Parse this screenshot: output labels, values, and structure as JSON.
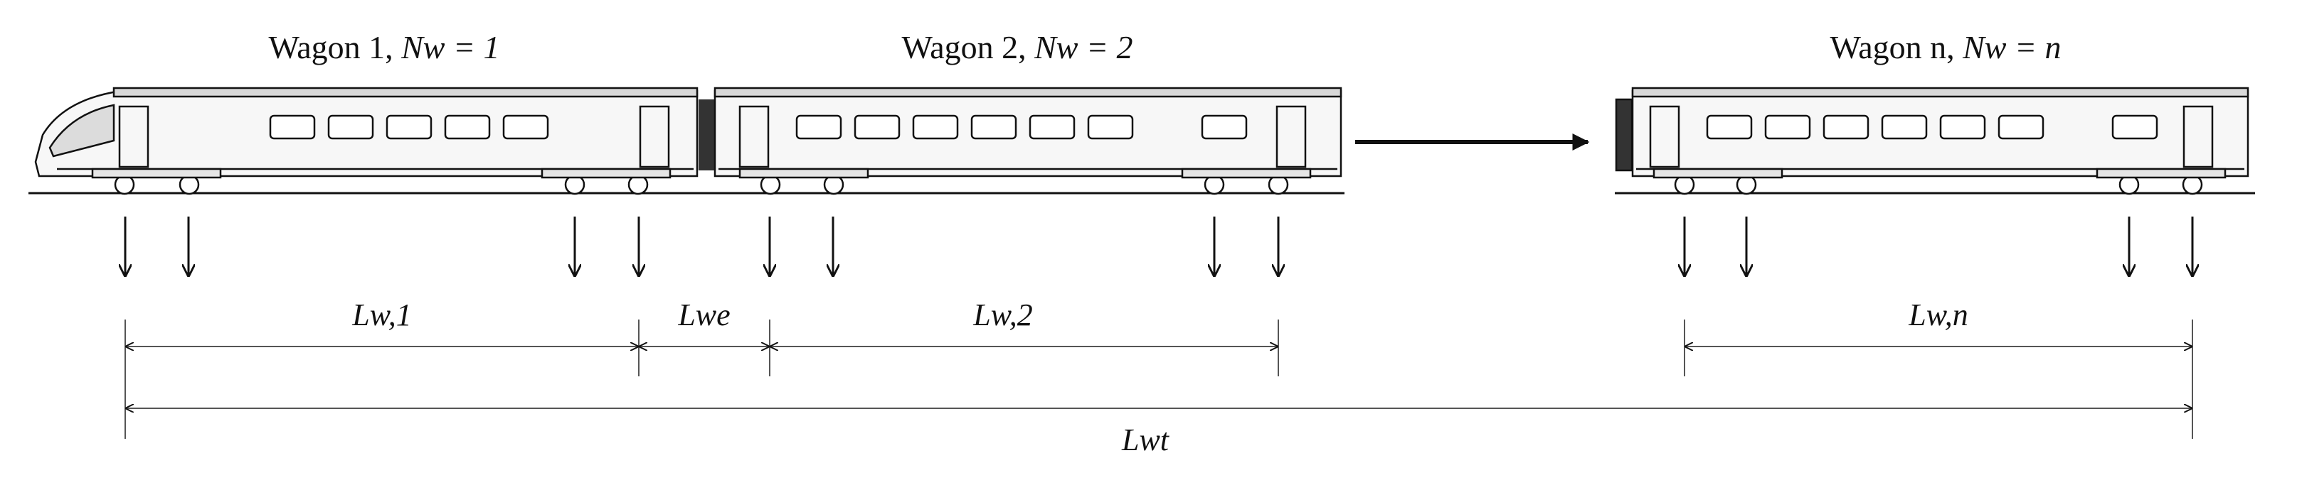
{
  "diagram": {
    "wagons": [
      {
        "name": "Wagon 1, ",
        "nw_symbol": "Nw = 1"
      },
      {
        "name": "Wagon 2, ",
        "nw_symbol": "Nw = 2"
      },
      {
        "name": "Wagon n, ",
        "nw_symbol": "Nw = n"
      }
    ],
    "dimensions": {
      "lw1": "Lw,1",
      "lwe": "Lwe",
      "lw2": "Lw,2",
      "lwn": "Lw,n",
      "lwt": "Lwt"
    },
    "colors": {
      "line": "#111111",
      "body_fill": "#f7f7f7",
      "window_fill": "#ffffff",
      "roof_fill": "#d8d8d8"
    }
  }
}
